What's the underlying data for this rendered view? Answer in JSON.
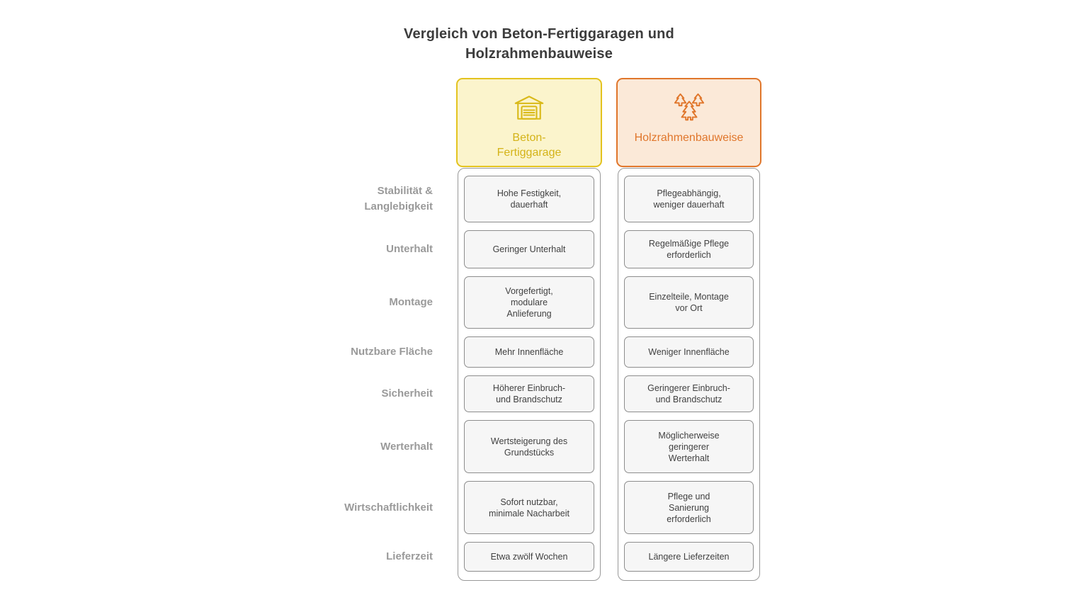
{
  "title": "Vergleich von Beton-Fertiggaragen und\nHolzrahmenbauweise",
  "columns": [
    {
      "key": "beton",
      "label": "Beton-\nFertiggarage",
      "icon": "garage-icon",
      "colors": {
        "border": "#e3c31f",
        "background": "#fbf4cc",
        "text": "#d4b318"
      }
    },
    {
      "key": "holz",
      "label": "Holzrahmenbauweise",
      "icon": "pine-trees-icon",
      "colors": {
        "border": "#e0762b",
        "background": "#fbe9d8",
        "text": "#e0762b"
      }
    }
  ],
  "rows": [
    {
      "label": "Stabilität &\nLanglebigkeit",
      "beton": "Hohe Festigkeit,\ndauerhaft",
      "holz": "Pflegeabhängig,\nweniger dauerhaft"
    },
    {
      "label": "Unterhalt",
      "beton": "Geringer Unterhalt",
      "holz": "Regelmäßige Pflege\nerforderlich"
    },
    {
      "label": "Montage",
      "beton": "Vorgefertigt,\nmodulare\nAnlieferung",
      "holz": "Einzelteile, Montage\nvor Ort"
    },
    {
      "label": "Nutzbare Fläche",
      "beton": "Mehr Innenfläche",
      "holz": "Weniger Innenfläche"
    },
    {
      "label": "Sicherheit",
      "beton": "Höherer Einbruch-\nund Brandschutz",
      "holz": "Geringerer Einbruch-\nund Brandschutz"
    },
    {
      "label": "Werterhalt",
      "beton": "Wertsteigerung des\nGrundstücks",
      "holz": "Möglicherweise\ngeringerer\nWerterhalt"
    },
    {
      "label": "Wirtschaftlichkeit",
      "beton": "Sofort nutzbar,\nminimale Nacharbeit",
      "holz": "Pflege und\nSanierung\nerforderlich"
    },
    {
      "label": "Lieferzeit",
      "beton": "Etwa zwölf Wochen",
      "holz": "Längere Lieferzeiten"
    }
  ],
  "neutral_colors": {
    "title_text": "#3c3c3c",
    "row_label_text": "#9a9a9a",
    "cell_background": "#f6f6f6",
    "cell_border": "#8d8d8d",
    "column_border": "#999999"
  }
}
